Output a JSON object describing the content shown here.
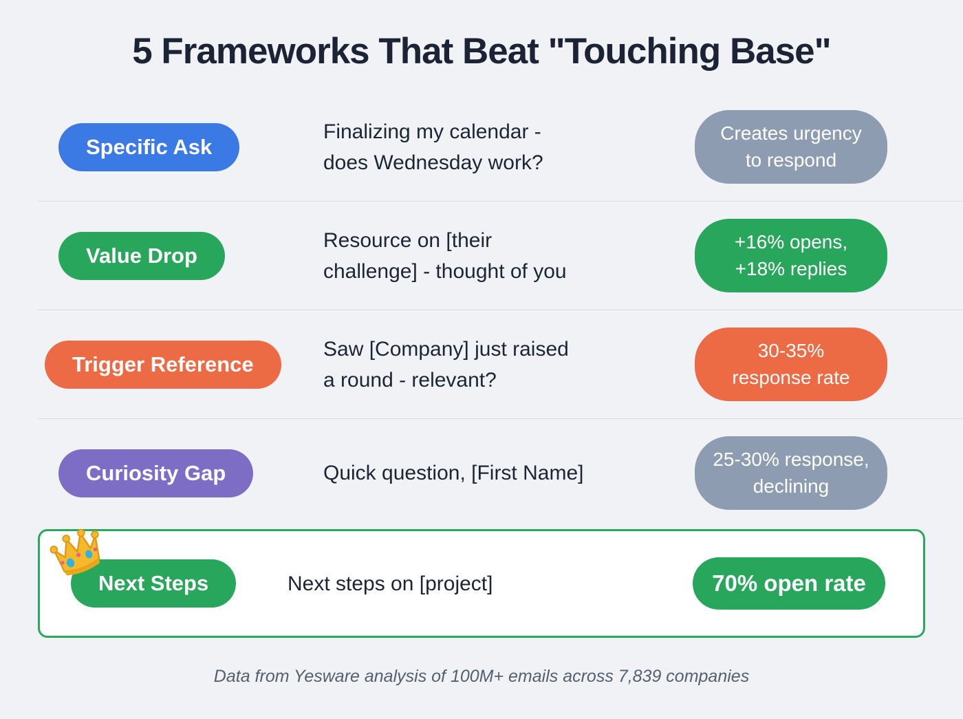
{
  "title": "5 Frameworks That Beat \"Touching Base\"",
  "footer": "Data from Yesware analysis of 100M+ emails across 7,839 companies",
  "colors": {
    "background": "#f0f2f6",
    "title_text": "#1b2334",
    "body_text": "#1d2433",
    "divider": "#d7dae3",
    "blue": "#3b7ae4",
    "green": "#28a65b",
    "orange": "#ec6a44",
    "purple": "#7d6dc5",
    "slate": "#8d9cb1",
    "highlight_border": "#2aa85d",
    "highlight_card_bg": "#ffffff"
  },
  "rows": [
    {
      "framework": "Specific Ask",
      "framework_color": "#3b7ae4",
      "example": "Finalizing my calendar -\ndoes Wednesday work?",
      "result": "Creates urgency\nto respond",
      "result_color": "#8d9cb1",
      "highlighted": false
    },
    {
      "framework": "Value Drop",
      "framework_color": "#28a65b",
      "example": "Resource on [their\nchallenge] - thought of you",
      "result": "+16% opens,\n+18% replies",
      "result_color": "#28a65b",
      "highlighted": false
    },
    {
      "framework": "Trigger Reference",
      "framework_color": "#ec6a44",
      "example": "Saw [Company] just raised\na round - relevant?",
      "result": "30-35%\nresponse rate",
      "result_color": "#ec6a44",
      "highlighted": false
    },
    {
      "framework": "Curiosity Gap",
      "framework_color": "#7d6dc5",
      "example": "Quick question, [First Name]",
      "result": "25-30% response,\ndeclining",
      "result_color": "#8d9cb1",
      "highlighted": false
    },
    {
      "framework": "Next Steps",
      "framework_color": "#28a65b",
      "example": "Next steps on [project]",
      "result": "70% open rate",
      "result_color": "#28a65b",
      "highlighted": true,
      "icon": "crown-icon"
    }
  ]
}
